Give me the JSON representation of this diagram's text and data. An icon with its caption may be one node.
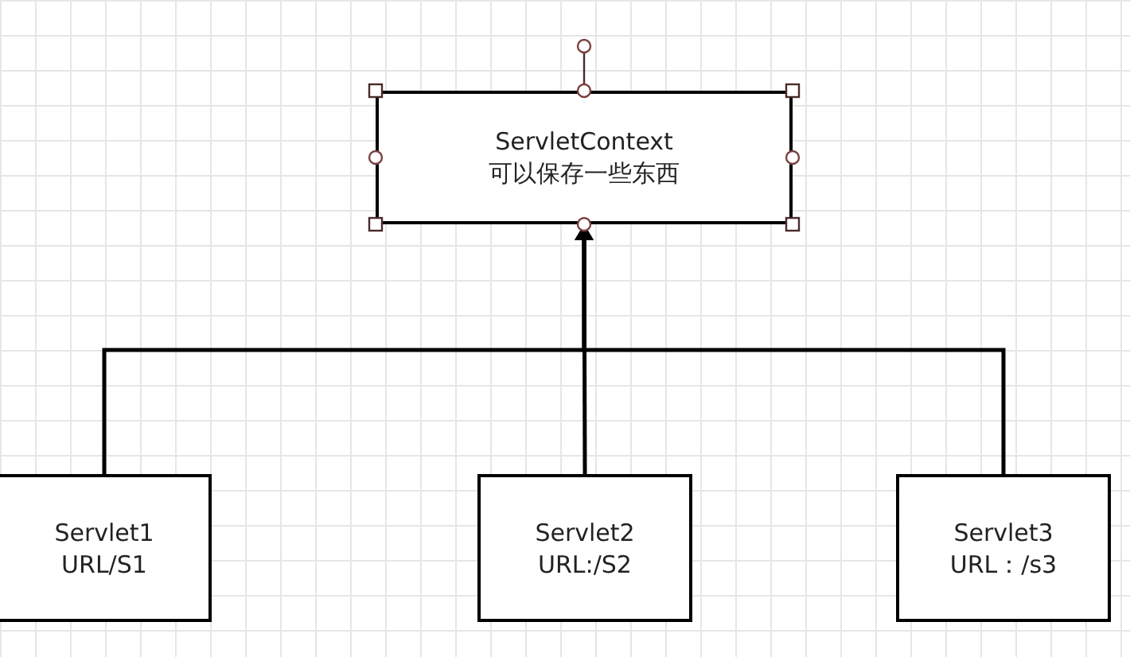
{
  "diagram": {
    "nodes": [
      {
        "text": [
          "ServletContext",
          "可以保存一些东西"
        ]
      },
      {
        "text": [
          "Servlet1",
          "URL/S1"
        ]
      },
      {
        "text": [
          "Servlet2",
          "URL:/S2"
        ]
      },
      {
        "text": [
          "Servlet3",
          "URL：/s3"
        ]
      }
    ],
    "edges": [
      {
        "from": 1,
        "to": 0,
        "arrow": "to"
      },
      {
        "from": 2,
        "to": 0,
        "arrow": "to"
      },
      {
        "from": 3,
        "to": 0,
        "arrow": "to"
      }
    ]
  }
}
